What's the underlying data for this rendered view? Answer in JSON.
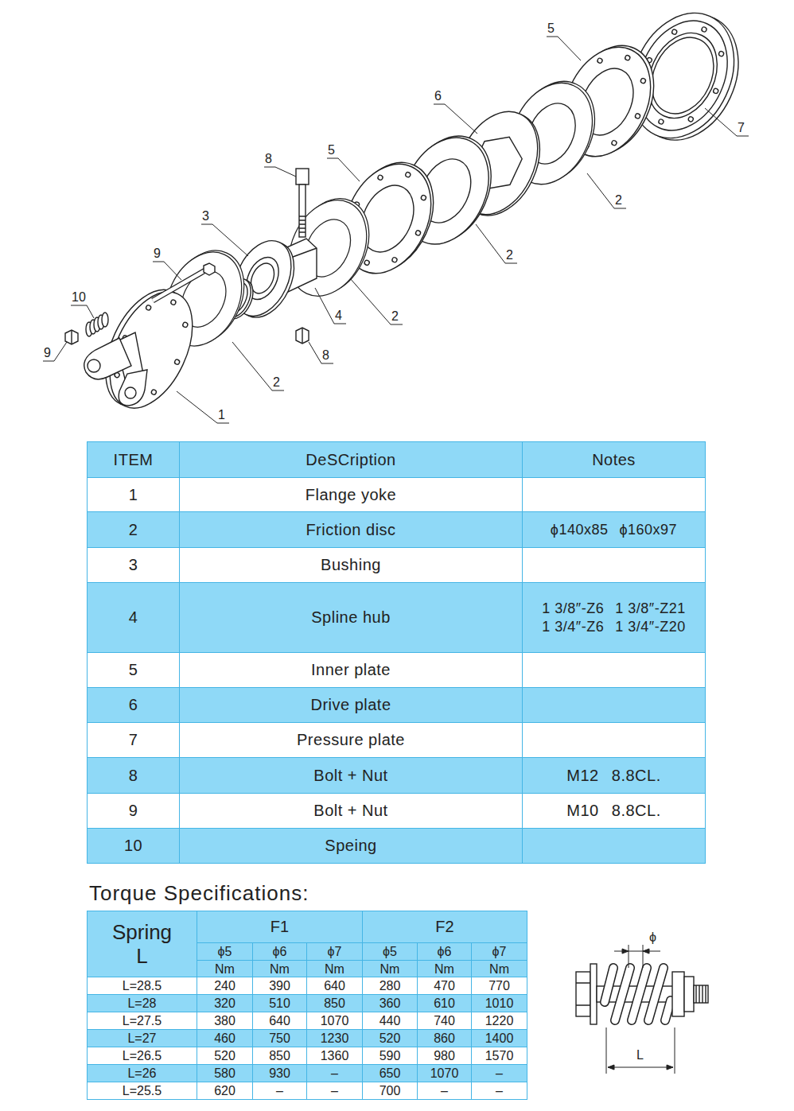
{
  "diagram": {
    "labels": [
      "5",
      "7",
      "6",
      "2",
      "8",
      "5",
      "2",
      "3",
      "9",
      "10",
      "9",
      "4",
      "2",
      "8",
      "2",
      "1",
      "ITEM",
      "DeSCription",
      "Notes",
      "1",
      "Flange yoke",
      "2",
      "Friction disc",
      "ϕ140x85",
      "ϕ160x97",
      "3",
      "Bushing",
      "4",
      "Spline hub",
      "1 3/8″-Z6",
      "1 3/8″-Z21",
      "1 3/4″-Z6",
      "1 3/4″-Z20",
      "5",
      "Inner plate",
      "6",
      "Drive plate",
      "7",
      "Pressure plate",
      "8",
      "Bolt + Nut",
      "M12 8.8CL.",
      "9",
      "Bolt + Nut",
      "M10 8.8CL.",
      "10",
      "Speing",
      "Torque Specifications:",
      "Spring",
      "L",
      "F1",
      "F2",
      "ϕ5",
      "ϕ6",
      "ϕ7",
      "ϕ5",
      "ϕ6",
      "ϕ7",
      "Nm",
      "Nm",
      "Nm",
      "Nm",
      "Nm",
      "Nm",
      "L=28.5",
      "240",
      "390",
      "640",
      "280",
      "470",
      "770",
      "L=28",
      "320",
      "510",
      "850",
      "360",
      "610",
      "1010",
      "L=27.5",
      "380",
      "640",
      "1070",
      "440",
      "740",
      "1220",
      "L=27",
      "460",
      "750",
      "1230",
      "520",
      "860",
      "1400",
      "L=26.5",
      "520",
      "850",
      "1360",
      "590",
      "980",
      "1570",
      "L=26",
      "580",
      "930",
      "–",
      "650",
      "1070",
      "–",
      "L=25.5",
      "620",
      "–",
      "–",
      "700",
      "–",
      "–",
      "ϕ",
      "L"
    ]
  }
}
